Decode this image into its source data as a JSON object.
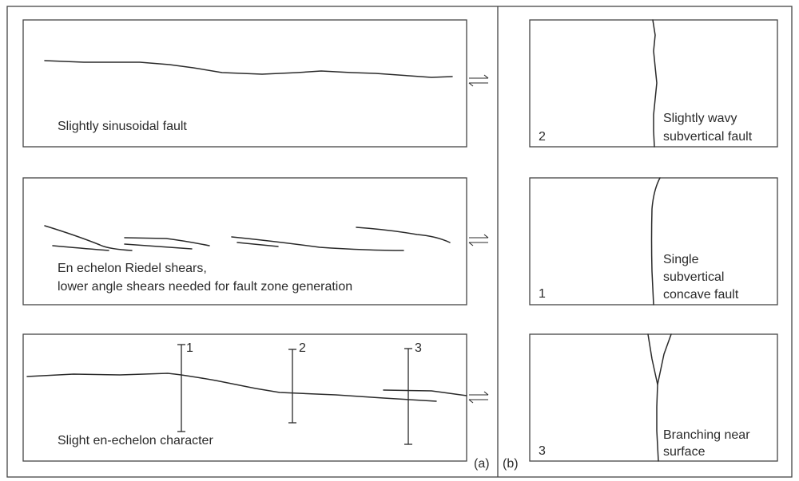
{
  "panel_a": {
    "letter": "(a)",
    "boxes": [
      {
        "caption_lines": [
          "Slightly sinusoidal fault"
        ]
      },
      {
        "caption_lines": [
          "En echelon Riedel shears,",
          "lower angle shears needed for fault zone generation"
        ]
      },
      {
        "caption_lines": [
          "Slight en-echelon character"
        ],
        "section_markers": [
          "1",
          "2",
          "3"
        ]
      }
    ]
  },
  "panel_b": {
    "letter": "(b)",
    "boxes": [
      {
        "number": "2",
        "caption_lines": [
          "Slightly wavy",
          "subvertical fault"
        ]
      },
      {
        "number": "1",
        "caption_lines": [
          "Single",
          "subvertical",
          "concave fault"
        ]
      },
      {
        "number": "3",
        "caption_lines": [
          "Branching near",
          "surface"
        ]
      }
    ]
  }
}
